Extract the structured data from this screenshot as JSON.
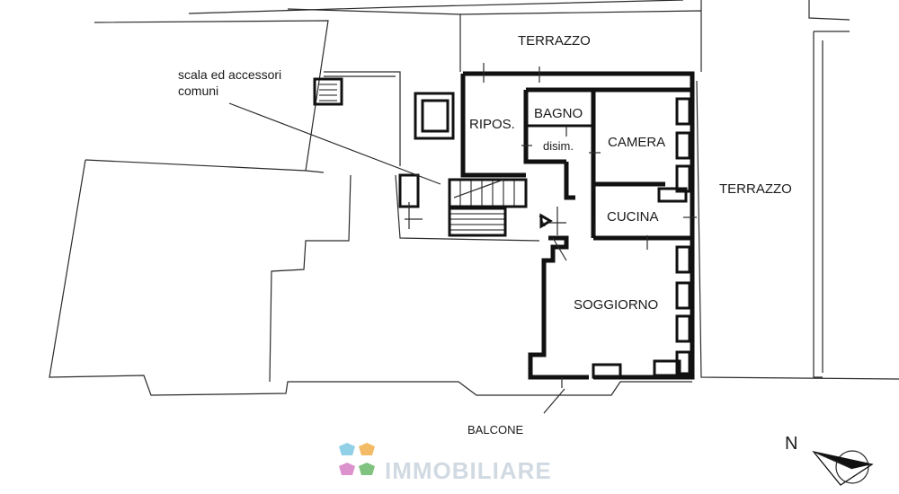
{
  "plan": {
    "labels": {
      "terrazzo_top": "TERRAZZO",
      "terrazzo_right": "TERRAZZO",
      "scala_line1": "scala ed accessori",
      "scala_line2": "comuni",
      "ripos": "RIPOS.",
      "bagno": "BAGNO",
      "disim": "disim.",
      "camera": "CAMERA",
      "cucina": "CUCINA",
      "soggiorno": "SOGGIORNO",
      "balcone": "BALCONE"
    },
    "compass": {
      "north_label": "N"
    },
    "watermark": {
      "text": "IMMOBILIARE",
      "colors": [
        "#7ec8e3",
        "#f2b04c",
        "#d77fc4",
        "#6bb86b"
      ]
    }
  }
}
